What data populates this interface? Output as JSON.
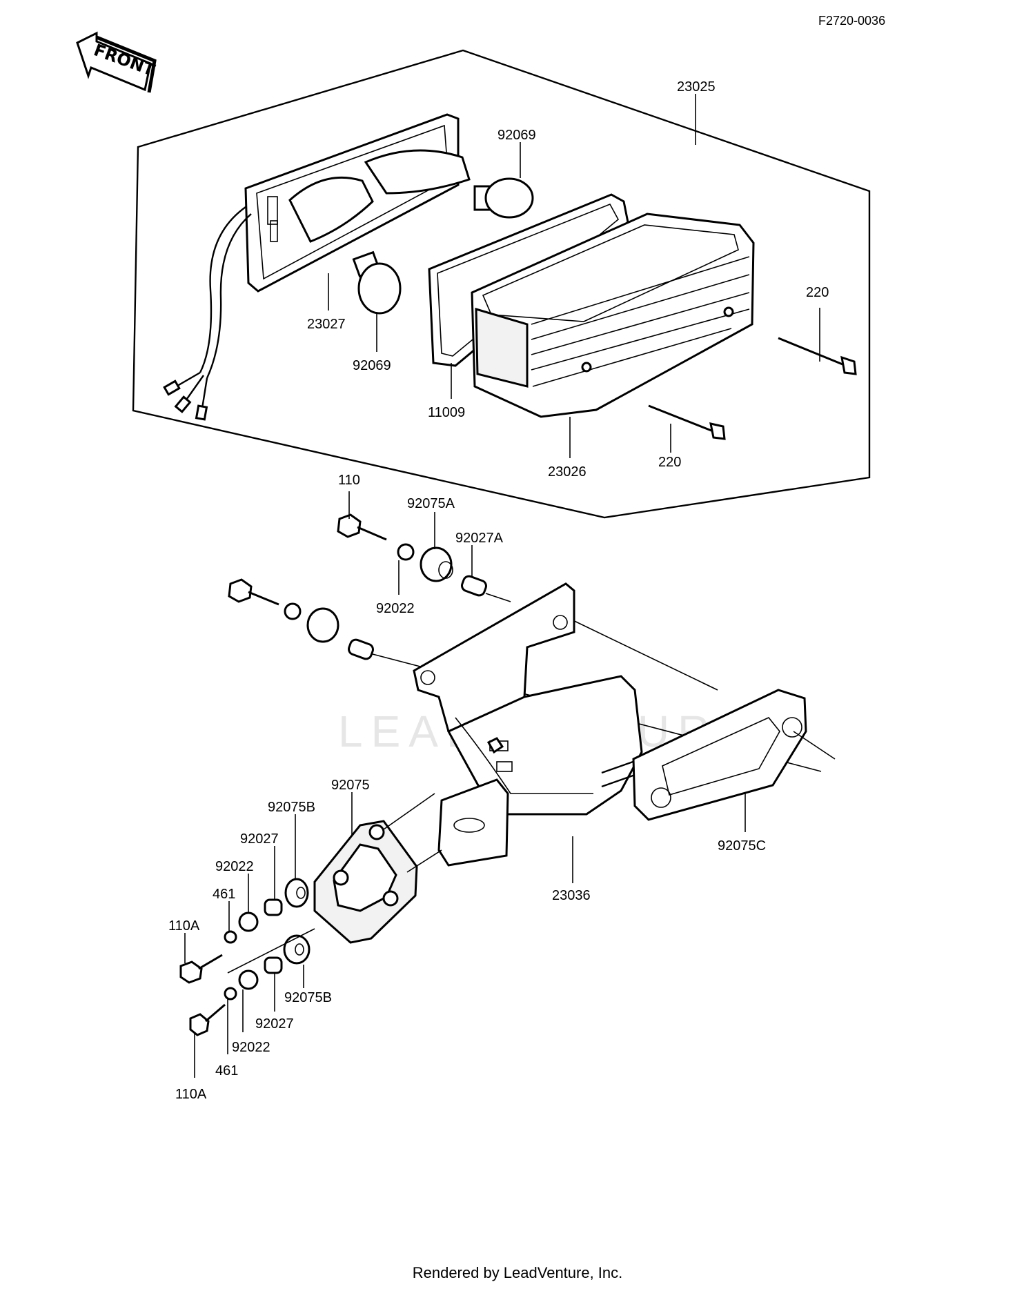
{
  "diagram_code": "F2720-0036",
  "front_label": "FRONT",
  "watermark": "LEADVENTURE",
  "footer": "Rendered by LeadVenture, Inc.",
  "callouts": {
    "c23025": "23025",
    "c92069_top": "92069",
    "c23027": "23027",
    "c92069_bottom": "92069",
    "c11009": "11009",
    "c23026": "23026",
    "c220_top": "220",
    "c220_bottom": "220",
    "c110": "110",
    "c92075A": "92075A",
    "c92027A": "92027A",
    "c92022_top": "92022",
    "c92075": "92075",
    "c92075B_top": "92075B",
    "c92027_top": "92027",
    "c92022_mid": "92022",
    "c461_top": "461",
    "c110A_top": "110A",
    "c92075B_bottom": "92075B",
    "c92027_bottom": "92027",
    "c92022_bottom": "92022",
    "c461_bottom": "461",
    "c110A_bottom": "110A",
    "c23036": "23036",
    "c92075C": "92075C"
  }
}
